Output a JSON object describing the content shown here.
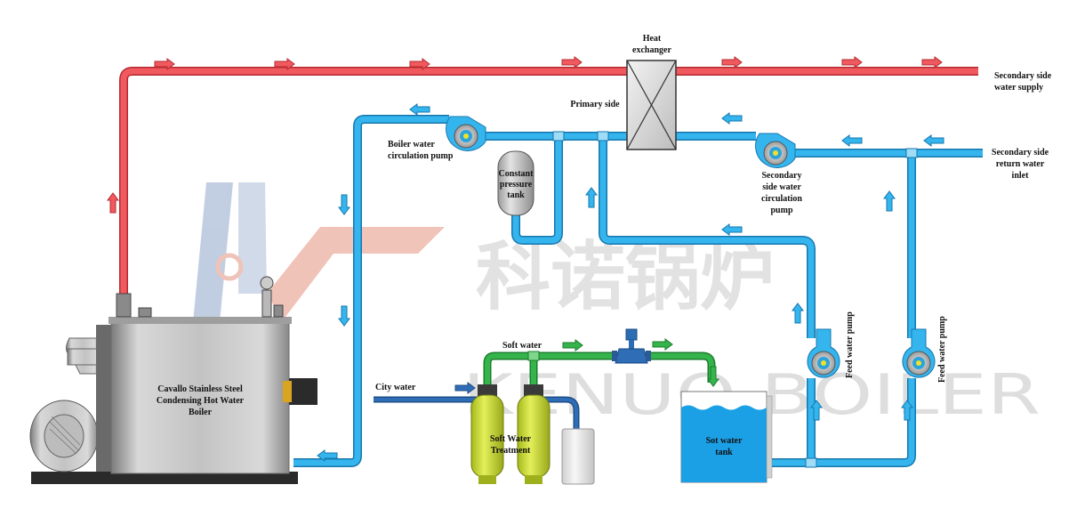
{
  "watermark": {
    "brand_cn": "科诺锅炉",
    "brand_en": "KENUO BOILER",
    "logo_colors": [
      "#8fa6c9",
      "#e5937f"
    ]
  },
  "colors": {
    "hot_pipe": "#f0595e",
    "hot_pipe_stroke": "#b52a30",
    "return_pipe": "#35b5ee",
    "return_pipe_stroke": "#1677ad",
    "soft_pipe": "#34b44a",
    "soft_pipe_stroke": "#1c7c2c",
    "city_pipe": "#2f6db7",
    "tank_water": "#1ba0e6",
    "softener_tank": "#c9dd35"
  },
  "labels": {
    "heat_exchanger": [
      "Heat",
      "exchanger"
    ],
    "primary_side": "Primary side",
    "secondary_supply": [
      "Secondary side",
      "water supply"
    ],
    "secondary_return": [
      "Secondary side",
      "return water",
      "inlet"
    ],
    "boiler_pump": [
      "Boiler water",
      "circulation pump"
    ],
    "constant_pressure_tank": [
      "Constant",
      "pressure",
      "tank"
    ],
    "secondary_pump": [
      "Secondary",
      "side water",
      "circulation",
      "pump"
    ],
    "boiler": [
      "Cavallo Stainless Steel",
      "Condensing Hot Water",
      "Boiler"
    ],
    "city_water": "City water",
    "soft_water": "Soft water",
    "soft_water_treatment": [
      "Soft Water",
      "Treatment"
    ],
    "soft_water_tank": [
      "Sot water",
      "tank"
    ],
    "feed_pump_1": "Feed water pump",
    "feed_pump_2": "Feed water pump"
  },
  "icons": {
    "pump": "centrifugal-pump-icon",
    "valve": "control-valve-icon",
    "heat_exchanger": "plate-heat-exchanger-icon",
    "flow_arrow": "flow-direction-arrow-icon"
  }
}
